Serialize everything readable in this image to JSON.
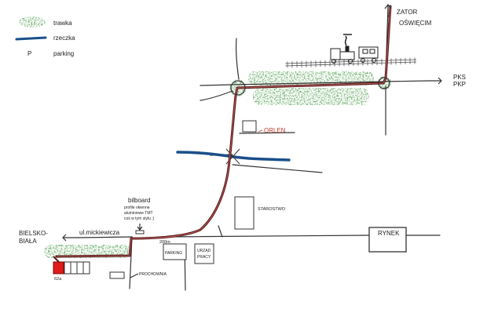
{
  "legend": {
    "grass": "trawka",
    "river": "rzeczka",
    "parking_symbol": "P",
    "parking": "parking"
  },
  "labels": {
    "zator": "ZATOR",
    "oswiecim": "OŚWIĘCIM",
    "pks": "PKS",
    "pkp": "PKP",
    "orlen": "ORLEN",
    "starostwo": "STAROSTWO",
    "rynek": "RYNEK",
    "bielsko": "BIELSKO-",
    "biala": "BIAŁA",
    "street": "ul.mickiewicza",
    "billboard": "bilboard",
    "billboard_note_1": "profile okienne",
    "billboard_note_2": "aluminiowe TMT",
    "billboard_note_3": "coś w tym stylu ;)",
    "distance": "200m",
    "parking_box": "PARKING",
    "urzad_1": "URZĄD",
    "urzad_2": "PRACY",
    "prochownia": "PROCHOWNIA",
    "house_number": "62a"
  },
  "colors": {
    "grass": "#2f8a2f",
    "river": "#1a4f8a",
    "route": "#5a1a1a",
    "orlen": "#c0392b",
    "target": "#e11919",
    "road": "#333333"
  }
}
